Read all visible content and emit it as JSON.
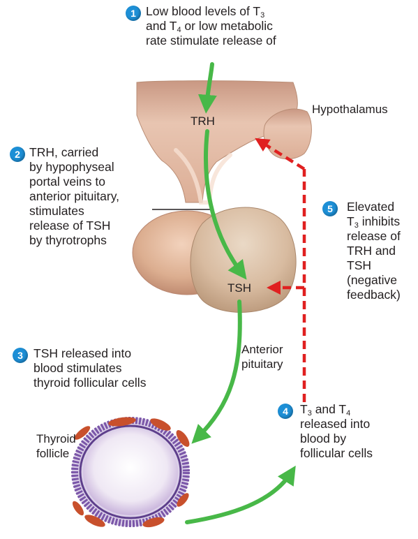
{
  "colors": {
    "stimulate_arrow": "#48b848",
    "feedback_arrow": "#e02020",
    "step_badge": "#1d8fd6",
    "tissue": "#e2b89a",
    "follicle_lumen": "#d8c8e8",
    "follicle_wall": "#7a56a8",
    "capillary": "#c8502c"
  },
  "steps": [
    {
      "number": "1",
      "lines": [
        {
          "pre": "Low blood levels of T",
          "sub": "3",
          "post": ""
        },
        {
          "pre": "and T",
          "sub": "4",
          "post": " or low metabolic"
        },
        {
          "pre": "rate stimulate release of",
          "sub": "",
          "post": ""
        }
      ]
    },
    {
      "number": "2",
      "lines": [
        "TRH, carried",
        "by hypophyseal",
        "portal veins to",
        "anterior pituitary,",
        "stimulates",
        "release of TSH",
        "by thyrotrophs"
      ]
    },
    {
      "number": "3",
      "lines": [
        "TSH released into",
        "blood stimulates",
        "thyroid follicular cells"
      ]
    },
    {
      "number": "4",
      "lines": [
        {
          "pre": "T",
          "sub": "3",
          "post": " and T",
          "sub2": "4"
        },
        {
          "pre": "released into"
        },
        {
          "pre": "blood by"
        },
        {
          "pre": "follicular cells"
        }
      ]
    },
    {
      "number": "5",
      "lines": [
        {
          "pre": "Elevated"
        },
        {
          "pre": "T",
          "sub": "3",
          "post": " inhibits"
        },
        {
          "pre": "release of"
        },
        {
          "pre": "TRH and"
        },
        {
          "pre": "TSH"
        },
        {
          "pre": "(negative"
        },
        {
          "pre": "feedback)"
        }
      ]
    }
  ],
  "labels": {
    "trh": "TRH",
    "tsh": "TSH",
    "hypothalamus": "Hypothalamus",
    "anterior_pituitary_1": "Anterior",
    "anterior_pituitary_2": "pituitary",
    "thyroid_follicle_1": "Thyroid",
    "thyroid_follicle_2": "follicle"
  }
}
